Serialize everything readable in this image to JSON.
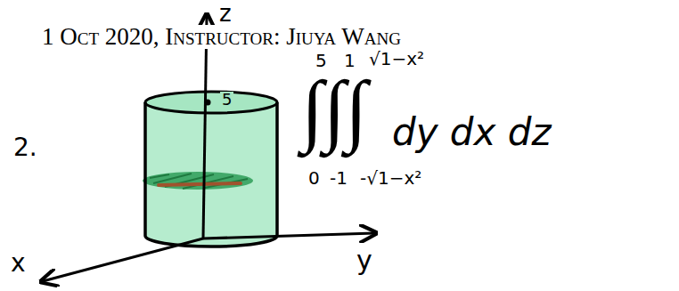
{
  "diagram": {
    "labels": [
      "1 Oct 2020, Instructor: Jiuya Wang",
      "z",
      "2.",
      "5",
      "x",
      "y",
      "∫∫∫",
      "5",
      "1",
      "√1−x²",
      "dy dx dz",
      "0",
      "-1",
      "-√1−x²"
    ]
  }
}
